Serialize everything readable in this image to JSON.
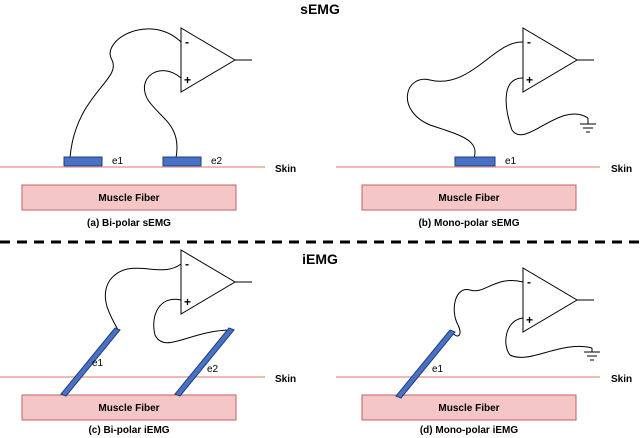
{
  "titles": {
    "top": "sEMG",
    "bottom": "iEMG"
  },
  "panels": {
    "a": {
      "caption": "(a) Bi-polar sEMG",
      "skin": "Skin",
      "fiber": "Muscle Fiber",
      "e1": "e1",
      "e2": "e2"
    },
    "b": {
      "caption": "(b) Mono-polar sEMG",
      "skin": "Skin",
      "fiber": "Muscle Fiber",
      "e1": "e1"
    },
    "c": {
      "caption": "(c) Bi-polar iEMG",
      "skin": "Skin",
      "fiber": "Muscle Fiber",
      "e1": "e1",
      "e2": "e2"
    },
    "d": {
      "caption": "(d) Mono-polar iEMG",
      "skin": "Skin",
      "fiber": "Muscle Fiber",
      "e1": "e1"
    }
  },
  "amp_signs": {
    "minus": "-",
    "plus": "+"
  },
  "colors": {
    "electrode": "#4a72c4",
    "skin": "#f2b8b5",
    "fiber": "#f4c6c6"
  }
}
